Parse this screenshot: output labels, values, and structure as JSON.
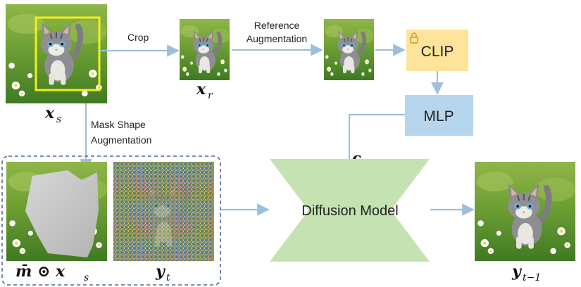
{
  "labels": {
    "crop": "Crop",
    "ref_aug_line1": "Reference",
    "ref_aug_line2": "Augmentation",
    "mask_aug_line1": "Mask Shape",
    "mask_aug_line2": "Augmentation",
    "clip": "CLIP",
    "mlp": "MLP",
    "diffusion": "Diffusion Model"
  },
  "math": {
    "xs_main": "x",
    "xs_sub": "s",
    "xr_main": "x",
    "xr_sub": "r",
    "c": "c",
    "masked_prefix": "m̄ ⊙ x",
    "masked_sub": "s",
    "yt_main": "y",
    "yt_sub": "t",
    "yt1_main": "y",
    "yt1_sub": "t−1"
  },
  "icons": {
    "clip_lock": "lock-icon"
  },
  "colors": {
    "arrow": "#9bbfdc",
    "clip_fill": "#fde49a",
    "mlp_fill": "#b8d5ee",
    "diffusion_fill": "#c5e2b2",
    "crop_box": "#f2ef1a",
    "dashed_border": "#4d6a90"
  }
}
